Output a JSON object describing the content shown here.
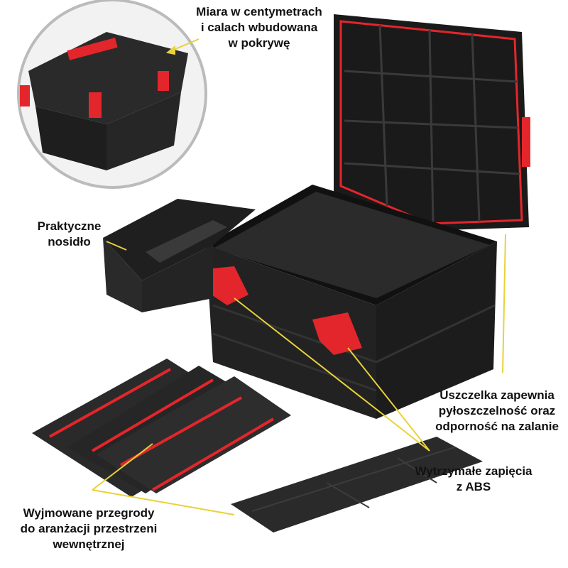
{
  "labels": {
    "lid_ruler": [
      "Miara w centymetrach",
      "i calach wbudowana",
      "w pokrywę"
    ],
    "carry_tray": [
      "Praktyczne",
      "nosidło"
    ],
    "seal": [
      "Uszczelka zapewnia",
      "pyłoszczelność oraz",
      "odporność na zalanie"
    ],
    "latches": [
      "Wytrzymałe zapięcia",
      "z ABS"
    ],
    "dividers": [
      "Wyjmowane przegrody",
      "do aranżacji przestrzeni",
      "wewnętrznej"
    ]
  },
  "colors": {
    "accent": "#e3262b",
    "body": "#222222",
    "leader": "#e8d23a"
  }
}
